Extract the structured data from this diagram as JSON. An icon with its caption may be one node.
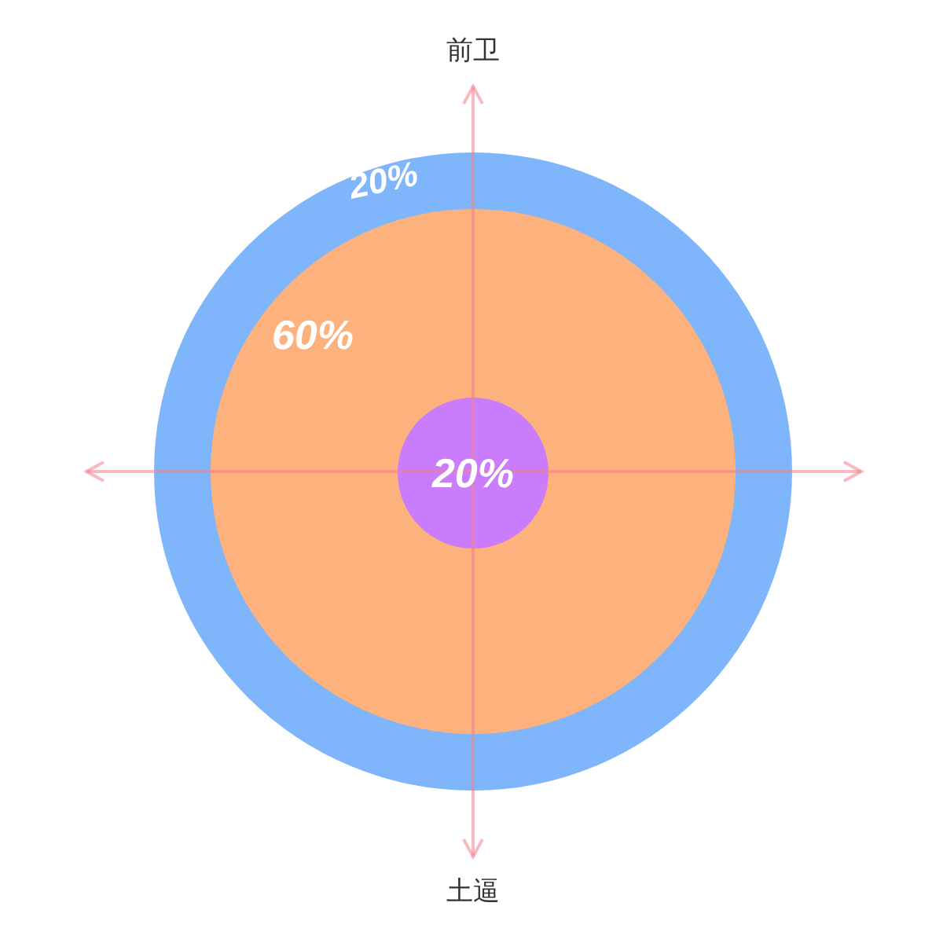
{
  "diagram": {
    "nodes": [
      {
        "text": [
          "20%"
        ]
      },
      {
        "text": [
          "60%"
        ],
        "in": 0
      },
      {
        "text": [
          "20%"
        ],
        "in": 1
      }
    ],
    "labels": [
      "前卫",
      "土逼"
    ]
  }
}
